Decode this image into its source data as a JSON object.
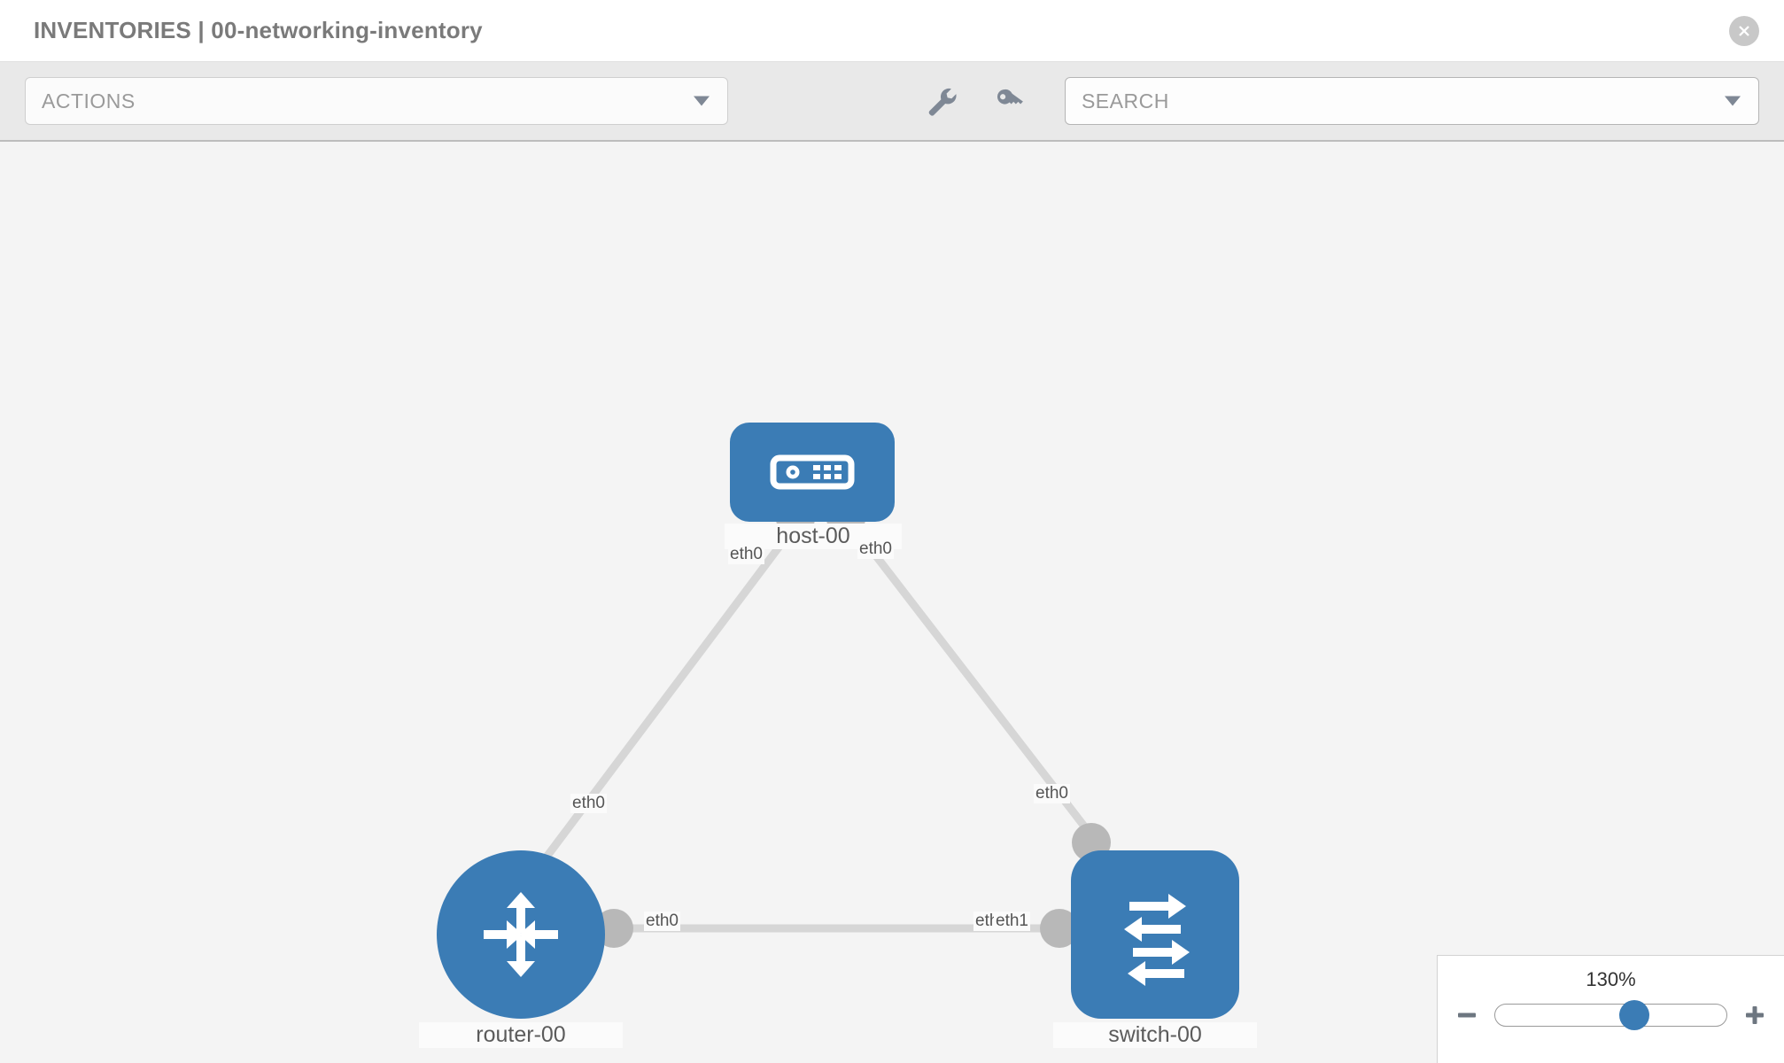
{
  "header": {
    "title": "INVENTORIES | 00-networking-inventory",
    "close_icon": "close-circle-icon"
  },
  "toolbar": {
    "actions_label": "ACTIONS",
    "actions_caret_icon": "chevron-down-icon",
    "wrench_icon": "wrench-icon",
    "key_icon": "key-icon",
    "search_placeholder": "SEARCH",
    "search_value": "",
    "search_caret_icon": "chevron-down-icon"
  },
  "topology": {
    "accent_color": "#3b7cb5",
    "link_color": "#d6d6d6",
    "connector_color": "#b8b8b8",
    "canvas_color": "#f4f4f4",
    "nodes": [
      {
        "id": "host-00",
        "label": "host-00",
        "icon": "server-device-icon",
        "shape": "rounded"
      },
      {
        "id": "router-00",
        "label": "router-00",
        "icon": "router-arrows-icon",
        "shape": "circle"
      },
      {
        "id": "switch-00",
        "label": "switch-00",
        "icon": "switch-arrows-icon",
        "shape": "rounded"
      }
    ],
    "links": [
      {
        "from": "host-00",
        "to": "router-00",
        "from_iface": "eth0",
        "to_iface": "eth0"
      },
      {
        "from": "host-00",
        "to": "switch-00",
        "from_iface": "eth0",
        "to_iface": "eth0"
      },
      {
        "from": "router-00",
        "to": "switch-00",
        "from_iface": "eth0",
        "to_iface": "eth1",
        "overlap_iface": "eth"
      }
    ]
  },
  "zoom": {
    "level": "130%",
    "minus_icon": "minus-icon",
    "plus_icon": "plus-icon",
    "handle_position_pct": 60
  }
}
